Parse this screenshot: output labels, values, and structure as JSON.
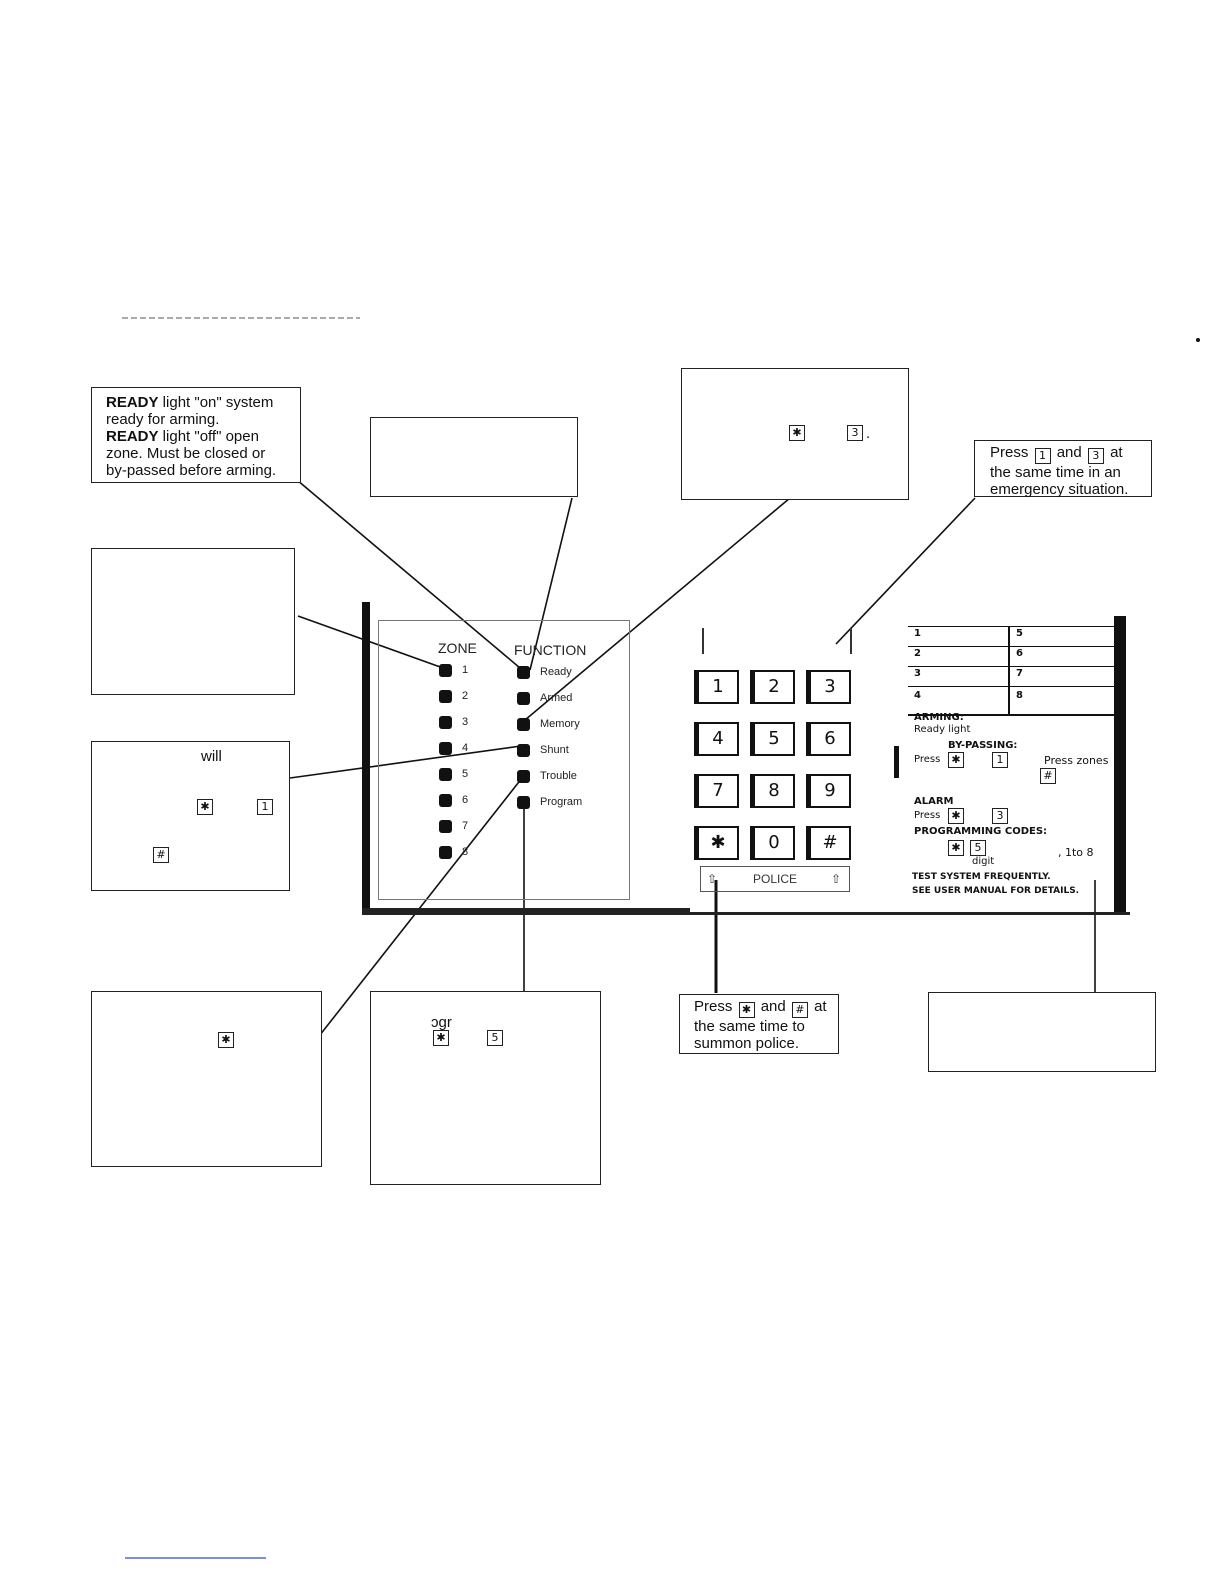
{
  "callouts": {
    "ready": {
      "line1_bold": "READY",
      "line1_rest": " light \"on\" system",
      "line2": "ready for arming.",
      "line3_bold": "READY",
      "line3_rest": " light \"off\" open",
      "line4": "zone. Must be closed or",
      "line5": "by-passed before arming."
    },
    "memory": {
      "key1": "✱",
      "key2": "3",
      "sep": "."
    },
    "emergency": {
      "prefix": "Press",
      "key1": "1",
      "mid": "and",
      "key2": "3",
      "suffix": "at",
      "line2": "the same time in an",
      "line3": "emergency situation."
    },
    "shunt": {
      "word": "will",
      "key1": "✱",
      "key2": "1",
      "key3": "#"
    },
    "trouble": {
      "key1": "✱"
    },
    "program": {
      "word": "ɔgr",
      "key1": "✱",
      "key2": "5"
    },
    "police": {
      "prefix": "Press",
      "key1": "✱",
      "mid": "and",
      "key2": "#",
      "suffix": "at",
      "line2": "the same time to",
      "line3": "summon police."
    }
  },
  "keypad": {
    "zone_header": "ZONE",
    "function_header": "FUNCTION",
    "zones": [
      "1",
      "2",
      "3",
      "4",
      "5",
      "6",
      "7",
      "8"
    ],
    "functions": [
      "Ready",
      "Armed",
      "Memory",
      "Shunt",
      "Trouble",
      "Program"
    ],
    "keys": [
      "1",
      "2",
      "3",
      "4",
      "5",
      "6",
      "7",
      "8",
      "9",
      "✱",
      "0",
      "#"
    ],
    "police_label": "POLICE"
  },
  "instruction_card": {
    "zone_cells": [
      "1",
      "5",
      "2",
      "6",
      "3",
      "7",
      "4",
      "8"
    ],
    "arming": "ARMING:",
    "ready_light": "Ready light",
    "bypassing": "BY-PASSING:",
    "press1": "Press",
    "press_zones": "Press zones",
    "alarm": "ALARM",
    "press2": "Press",
    "programming": "PROGRAMMING CODES:",
    "digit": "digit",
    "one_to_eight": ", 1to 8",
    "test": "TEST SYSTEM FREQUENTLY.",
    "manual": "SEE USER MANUAL FOR DETAILS."
  }
}
